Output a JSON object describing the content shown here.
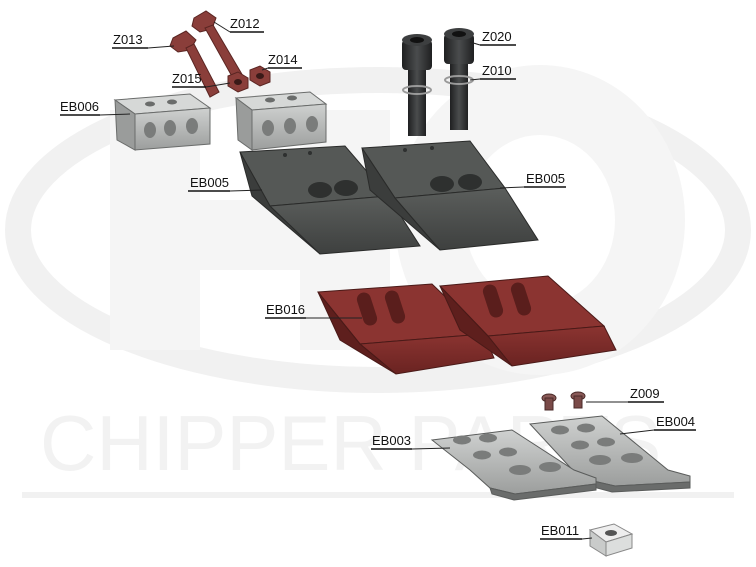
{
  "watermark": {
    "text": "CHIPPER PARTS"
  },
  "parts": [
    {
      "id": "Z013",
      "label": "Z013"
    },
    {
      "id": "Z012",
      "label": "Z012"
    },
    {
      "id": "Z014",
      "label": "Z014"
    },
    {
      "id": "Z015",
      "label": "Z015"
    },
    {
      "id": "EB006",
      "label": "EB006"
    },
    {
      "id": "Z020",
      "label": "Z020"
    },
    {
      "id": "Z010",
      "label": "Z010"
    },
    {
      "id": "EB005_left",
      "label": "EB005"
    },
    {
      "id": "EB005_right",
      "label": "EB005"
    },
    {
      "id": "EB016",
      "label": "EB016"
    },
    {
      "id": "Z009",
      "label": "Z009"
    },
    {
      "id": "EB004",
      "label": "EB004"
    },
    {
      "id": "EB003",
      "label": "EB003"
    },
    {
      "id": "EB011",
      "label": "EB011"
    }
  ],
  "colors": {
    "counter_knife": "#4a4d4b",
    "knife": "#7a2a28",
    "clamp_block": "#b9bbba",
    "plate": "#a8aaa9",
    "bolt_red": "#8a3e3a",
    "bolt_black": "#2a2b2c",
    "watermark": "#f2f2f2"
  }
}
